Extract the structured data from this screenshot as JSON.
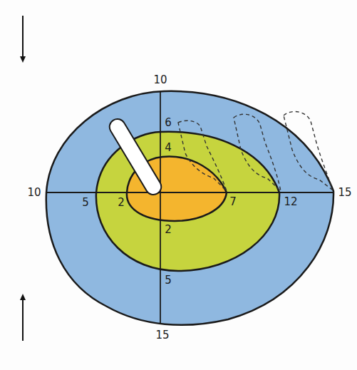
{
  "diagram": {
    "labels": [
      "10",
      "6",
      "4",
      "10",
      "5",
      "2",
      "7",
      "12",
      "15",
      "2",
      "5",
      "15"
    ]
  }
}
